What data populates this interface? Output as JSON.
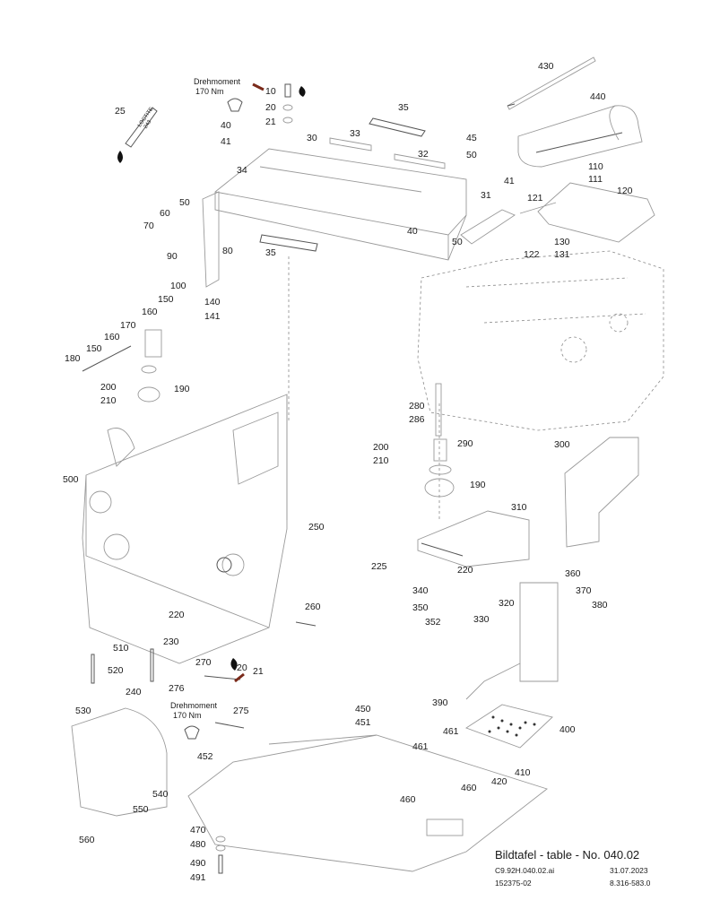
{
  "title_block": {
    "title": "Bildtafel - table - No. 040.02",
    "drawing_file": "C9.92H.040.02.ai",
    "date": "31.07.2023",
    "part_no": "152375-02",
    "ref_no": "8.316-583.0"
  },
  "notes": {
    "torque_top_line1": "Drehmoment",
    "torque_top_line2": "170 Nm",
    "torque_bottom_line1": "Drehmoment",
    "torque_bottom_line2": "170 Nm",
    "loctite_line1": "LOCTITE",
    "loctite_line2": "243"
  },
  "labels": [
    {
      "id": "l430",
      "text": "430"
    },
    {
      "id": "l440",
      "text": "440"
    },
    {
      "id": "l25",
      "text": "25"
    },
    {
      "id": "l10",
      "text": "10"
    },
    {
      "id": "l20a",
      "text": "20"
    },
    {
      "id": "l21a",
      "text": "21"
    },
    {
      "id": "l35a",
      "text": "35"
    },
    {
      "id": "l40a",
      "text": "40"
    },
    {
      "id": "l41a",
      "text": "41"
    },
    {
      "id": "l30",
      "text": "30"
    },
    {
      "id": "l33",
      "text": "33"
    },
    {
      "id": "l32",
      "text": "32"
    },
    {
      "id": "l45",
      "text": "45"
    },
    {
      "id": "l50a",
      "text": "50"
    },
    {
      "id": "l34",
      "text": "34"
    },
    {
      "id": "l110",
      "text": "110"
    },
    {
      "id": "l111",
      "text": "111"
    },
    {
      "id": "l41b",
      "text": "41"
    },
    {
      "id": "l31",
      "text": "31"
    },
    {
      "id": "l121",
      "text": "121"
    },
    {
      "id": "l120",
      "text": "120"
    },
    {
      "id": "l50b",
      "text": "50"
    },
    {
      "id": "l60",
      "text": "60"
    },
    {
      "id": "l70",
      "text": "70"
    },
    {
      "id": "l40b",
      "text": "40"
    },
    {
      "id": "l50c",
      "text": "50"
    },
    {
      "id": "l80",
      "text": "80"
    },
    {
      "id": "l35b",
      "text": "35"
    },
    {
      "id": "l130",
      "text": "130"
    },
    {
      "id": "l131",
      "text": "131"
    },
    {
      "id": "l122",
      "text": "122"
    },
    {
      "id": "l90",
      "text": "90"
    },
    {
      "id": "l100",
      "text": "100"
    },
    {
      "id": "l150a",
      "text": "150"
    },
    {
      "id": "l140",
      "text": "140"
    },
    {
      "id": "l160a",
      "text": "160"
    },
    {
      "id": "l141",
      "text": "141"
    },
    {
      "id": "l170",
      "text": "170"
    },
    {
      "id": "l160b",
      "text": "160"
    },
    {
      "id": "l150b",
      "text": "150"
    },
    {
      "id": "l180",
      "text": "180"
    },
    {
      "id": "l200a",
      "text": "200"
    },
    {
      "id": "l190a",
      "text": "190"
    },
    {
      "id": "l210a",
      "text": "210"
    },
    {
      "id": "l280",
      "text": "280"
    },
    {
      "id": "l286",
      "text": "286"
    },
    {
      "id": "l200b",
      "text": "200"
    },
    {
      "id": "l290",
      "text": "290"
    },
    {
      "id": "l210b",
      "text": "210"
    },
    {
      "id": "l300",
      "text": "300"
    },
    {
      "id": "l500",
      "text": "500"
    },
    {
      "id": "l190b",
      "text": "190"
    },
    {
      "id": "l310",
      "text": "310"
    },
    {
      "id": "l250",
      "text": "250"
    },
    {
      "id": "l225",
      "text": "225"
    },
    {
      "id": "l220a",
      "text": "220"
    },
    {
      "id": "l360",
      "text": "360"
    },
    {
      "id": "l340",
      "text": "340"
    },
    {
      "id": "l370",
      "text": "370"
    },
    {
      "id": "l350",
      "text": "350"
    },
    {
      "id": "l320",
      "text": "320"
    },
    {
      "id": "l380",
      "text": "380"
    },
    {
      "id": "l260",
      "text": "260"
    },
    {
      "id": "l352",
      "text": "352"
    },
    {
      "id": "l330",
      "text": "330"
    },
    {
      "id": "l220b",
      "text": "220"
    },
    {
      "id": "l510",
      "text": "510"
    },
    {
      "id": "l230",
      "text": "230"
    },
    {
      "id": "l520",
      "text": "520"
    },
    {
      "id": "l270",
      "text": "270"
    },
    {
      "id": "l20b",
      "text": "20"
    },
    {
      "id": "l21b",
      "text": "21"
    },
    {
      "id": "l240",
      "text": "240"
    },
    {
      "id": "l276",
      "text": "276"
    },
    {
      "id": "l390",
      "text": "390"
    },
    {
      "id": "l530",
      "text": "530"
    },
    {
      "id": "l275",
      "text": "275"
    },
    {
      "id": "l450",
      "text": "450"
    },
    {
      "id": "l451",
      "text": "451"
    },
    {
      "id": "l400",
      "text": "400"
    },
    {
      "id": "l461a",
      "text": "461"
    },
    {
      "id": "l461b",
      "text": "461"
    },
    {
      "id": "l452",
      "text": "452"
    },
    {
      "id": "l410",
      "text": "410"
    },
    {
      "id": "l540",
      "text": "540"
    },
    {
      "id": "l420",
      "text": "420"
    },
    {
      "id": "l460a",
      "text": "460"
    },
    {
      "id": "l550",
      "text": "550"
    },
    {
      "id": "l460b",
      "text": "460"
    },
    {
      "id": "l560",
      "text": "560"
    },
    {
      "id": "l470",
      "text": "470"
    },
    {
      "id": "l480",
      "text": "480"
    },
    {
      "id": "l490",
      "text": "490"
    },
    {
      "id": "l491",
      "text": "491"
    }
  ]
}
